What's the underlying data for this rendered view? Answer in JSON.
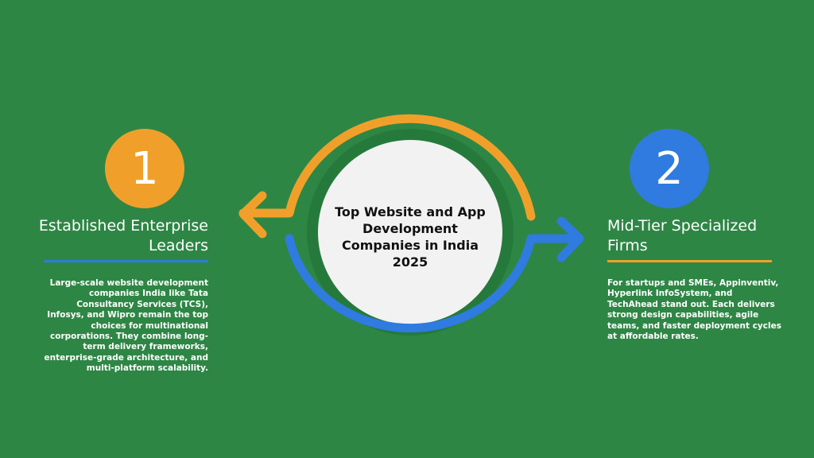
{
  "center_title": "Top Website and App Development Companies in India 2025",
  "colors": {
    "background": "#2e8645",
    "orange": "#f0a02a",
    "blue": "#2f7be0",
    "ring": "#257a3b"
  },
  "items": [
    {
      "number": "1",
      "title": "Established Enterprise Leaders",
      "description": "Large-scale website development companies India like Tata Consultancy Services (TCS), Infosys, and Wipro remain the top choices for multinational corporations. They combine long-term delivery frameworks, enterprise-grade architecture, and multi-platform scalability."
    },
    {
      "number": "2",
      "title": "Mid-Tier Specialized Firms",
      "description": "For startups and SMEs, Appinventiv, Hyperlink InfoSystem, and TechAhead stand out. Each delivers strong design capabilities, agile teams, and faster deployment cycles at affordable rates."
    }
  ]
}
